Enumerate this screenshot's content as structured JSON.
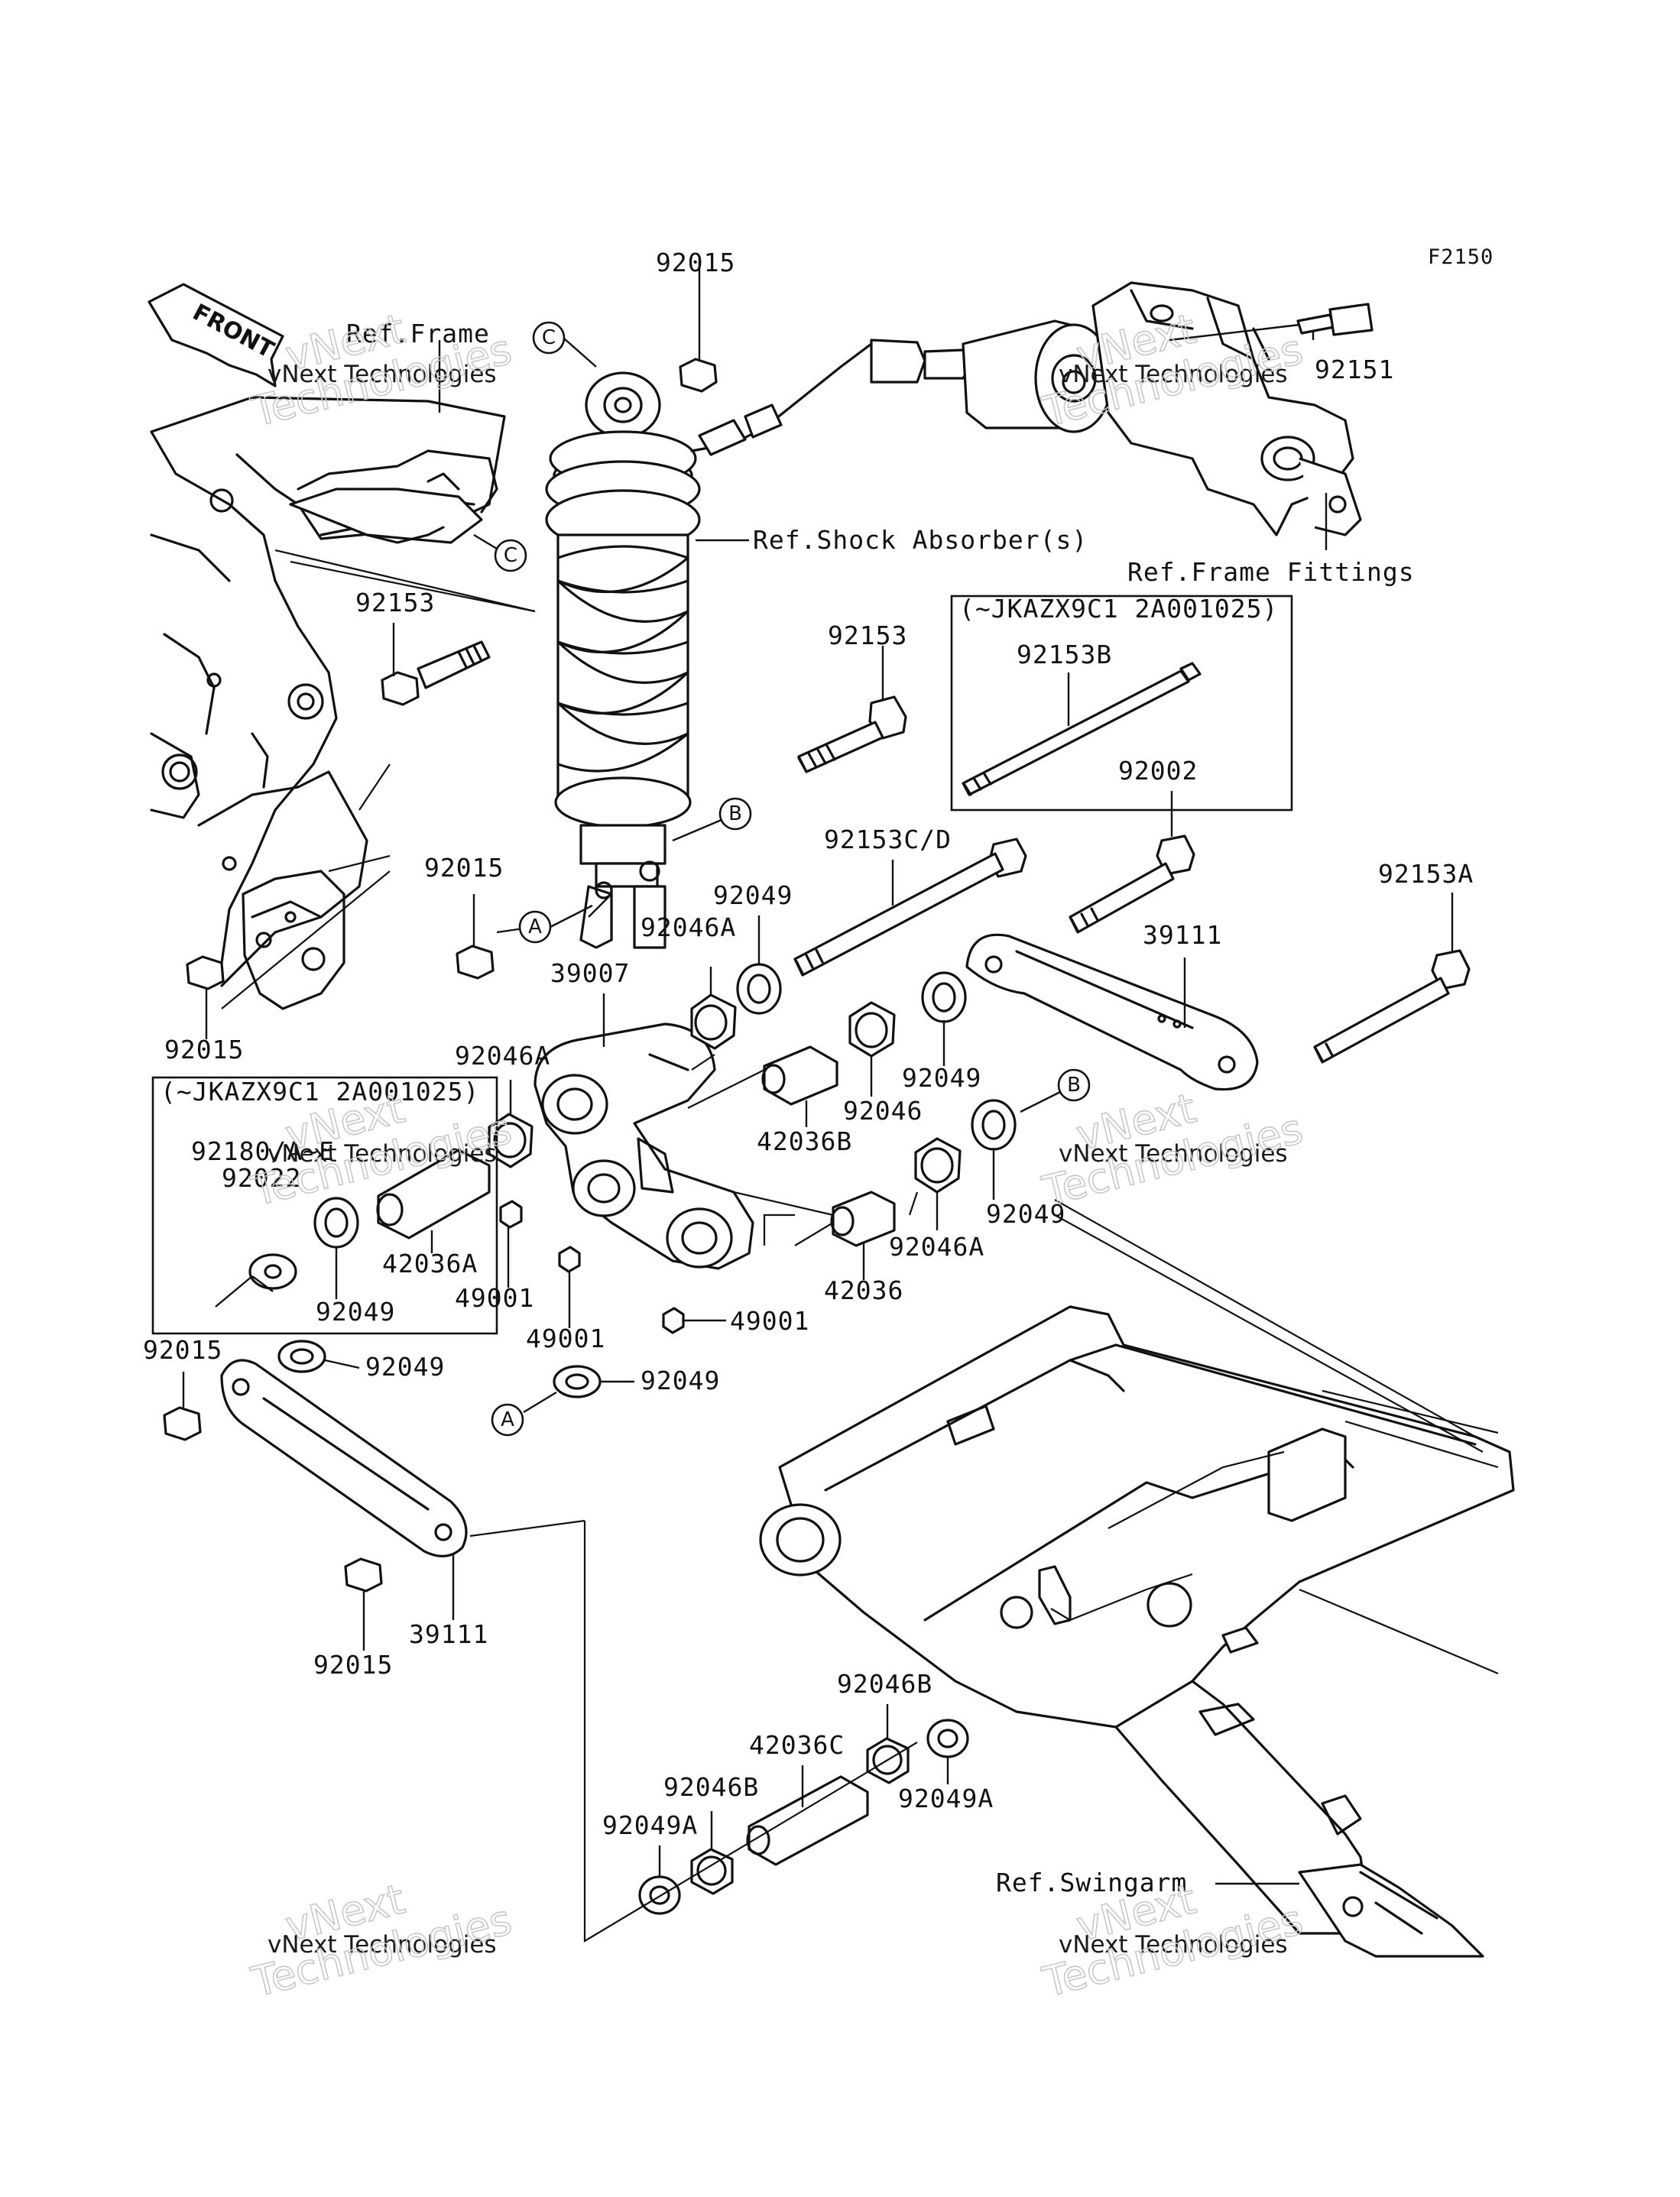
{
  "figure_code": "F2150",
  "front_label": "FRONT",
  "watermark": {
    "line1": "vNext Technologies",
    "line2": "Technologies",
    "accent": "vNext"
  },
  "references": {
    "frame": "Ref.Frame",
    "shock_absorber": "Ref.Shock Absorber(s)",
    "frame_fittings": "Ref.Frame Fittings",
    "swingarm": "Ref.Swingarm"
  },
  "applicability": {
    "box_right": "(~JKAZX9C1 2A001025)",
    "box_left": "(~JKAZX9C1 2A001025)"
  },
  "callouts": {
    "a": "A",
    "b": "B",
    "c": "C"
  },
  "parts": {
    "p92015_top": "92015",
    "p92151": "92151",
    "p92153_left": "92153",
    "p92153_mid": "92153",
    "p92153b": "92153B",
    "p92002": "92002",
    "p92153cd": "92153C/D",
    "p92153a": "92153A",
    "p92015_mid": "92015",
    "p92049_a": "92049",
    "p92046a_a": "92046A",
    "p39111_right": "39111",
    "p39007": "39007",
    "p92015_leftframe": "92015",
    "p92046a_b": "92046A",
    "p92180": "92180/A~E",
    "p92022": "92022",
    "p42036b": "42036B",
    "p92046": "92046",
    "p92049_b": "92049",
    "p92049_c": "92049",
    "p42036a": "42036A",
    "p92049_d": "92049",
    "p49001_a": "49001",
    "p49001_b": "49001",
    "p42036": "42036",
    "p92046a_c": "92046A",
    "p49001_c": "49001",
    "p92015_bl": "92015",
    "p92049_e": "92049",
    "p92049_f": "92049",
    "p39111_left": "39111",
    "p92015_bottom": "92015",
    "p92046b_a": "92046B",
    "p42036c": "42036C",
    "p92046b_b": "92046B",
    "p92049a_a": "92049A",
    "p92049a_b": "92049A"
  }
}
